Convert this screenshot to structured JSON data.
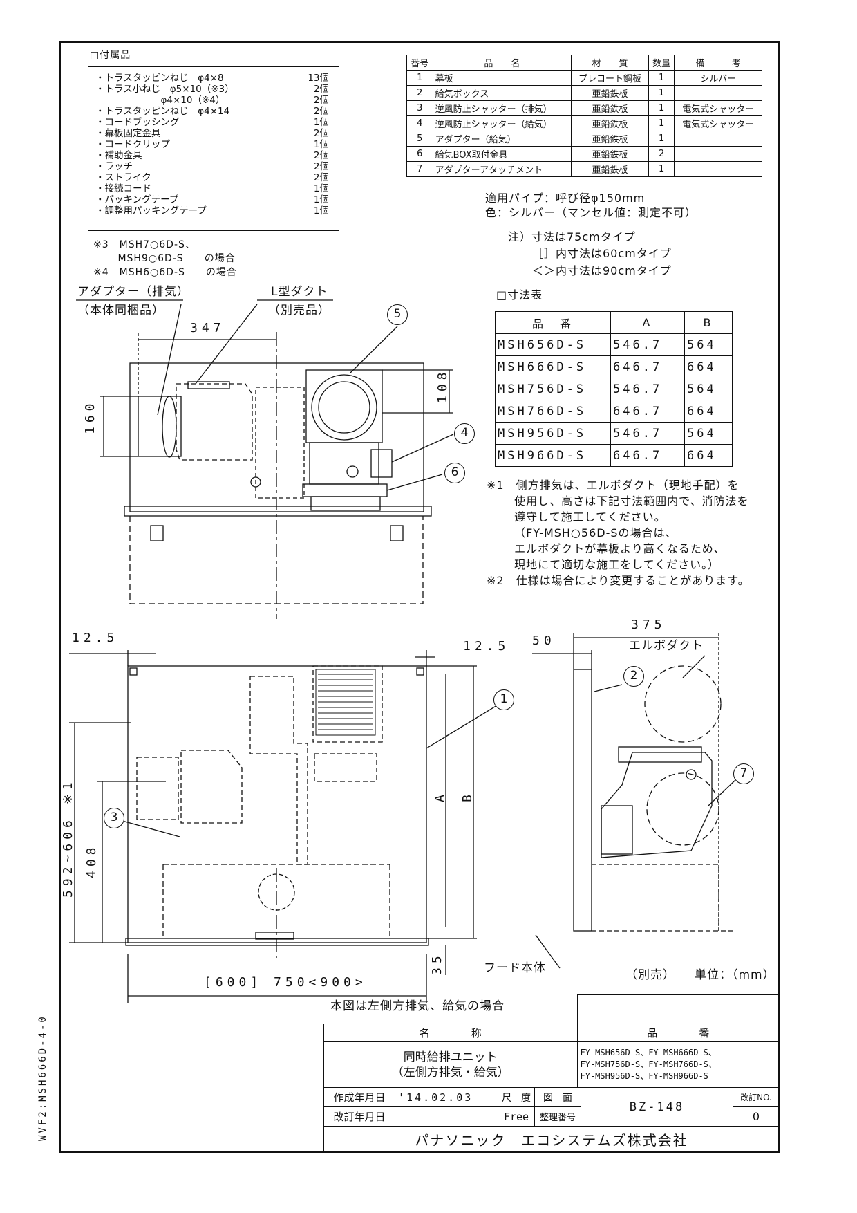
{
  "accessories": {
    "header": "□付属品",
    "items": [
      {
        "name": "・トラスタッピンねじ　φ4×8",
        "qty": "13個"
      },
      {
        "name": "・トラス小ねじ　φ5×10（※3）",
        "qty": "2個"
      },
      {
        "name": "　　　　　　　φ4×10（※4）",
        "qty": "2個"
      },
      {
        "name": "・トラスタッピンねじ　φ4×14",
        "qty": "2個"
      },
      {
        "name": "・コードブッシング",
        "qty": "1個"
      },
      {
        "name": "・幕板固定金具",
        "qty": "2個"
      },
      {
        "name": "・コードクリップ",
        "qty": "1個"
      },
      {
        "name": "・補助金具",
        "qty": "2個"
      },
      {
        "name": "・ラッチ",
        "qty": "2個"
      },
      {
        "name": "・ストライク",
        "qty": "2個"
      },
      {
        "name": "・接続コード",
        "qty": "1個"
      },
      {
        "name": "・パッキングテープ",
        "qty": "1個"
      },
      {
        "name": "・調整用パッキングテープ",
        "qty": "1個"
      }
    ],
    "notes": [
      "※3　MSH7○6D-S、",
      "　　 MSH9○6D-S　　の場合",
      "※4　MSH6○6D-S　　の場合"
    ]
  },
  "parts_table": {
    "headers": [
      "番号",
      "品　　名",
      "材　　質",
      "数量",
      "備　　　考"
    ],
    "rows": [
      [
        "1",
        "幕板",
        "プレコート鋼板",
        "1",
        "シルバー"
      ],
      [
        "2",
        "給気ボックス",
        "亜鉛鉄板",
        "1",
        ""
      ],
      [
        "3",
        "逆風防止シャッター（排気）",
        "亜鉛鉄板",
        "1",
        "電気式シャッター"
      ],
      [
        "4",
        "逆風防止シャッター（給気）",
        "亜鉛鉄板",
        "1",
        "電気式シャッター"
      ],
      [
        "5",
        "アダプター（給気）",
        "亜鉛鉄板",
        "1",
        ""
      ],
      [
        "6",
        "給気BOX取付金具",
        "亜鉛鉄板",
        "2",
        ""
      ],
      [
        "7",
        "アダプターアタッチメント",
        "亜鉛鉄板",
        "1",
        ""
      ]
    ]
  },
  "specs": {
    "pipe": "適用パイプ：呼び径φ150mm",
    "color": "色：シルバー（マンセル値：測定不可）",
    "note1": "注）寸法は75cmタイプ",
    "note2": "［］内寸法は60cmタイプ",
    "note3": "＜＞内寸法は90cmタイプ"
  },
  "dimension_table": {
    "title": "□寸法表",
    "headers": [
      "品　番",
      "A",
      "B"
    ],
    "rows": [
      [
        "MSH656D-S",
        "546.7",
        "564"
      ],
      [
        "MSH666D-S",
        "646.7",
        "664"
      ],
      [
        "MSH756D-S",
        "546.7",
        "564"
      ],
      [
        "MSH766D-S",
        "646.7",
        "664"
      ],
      [
        "MSH956D-S",
        "546.7",
        "564"
      ],
      [
        "MSH966D-S",
        "646.7",
        "664"
      ]
    ]
  },
  "remarks": [
    "※1　側方排気は、エルボダクト（現地手配）を",
    "　　 使用し、高さは下記寸法範囲内で、消防法を",
    "　　 遵守して施工してください。",
    "　　 （FY-MSH○56D-Sの場合は、",
    "　　 エルボダクトが幕板より高くなるため、",
    "　　 現地にて適切な施工をしてください。）",
    "※2　仕様は場合により変更することがあります。"
  ],
  "labels": {
    "adapter_exhaust": "アダプター（排気）",
    "bundled": "（本体同梱品）",
    "l_duct": "L型ダクト",
    "sold_separately": "（別売品）",
    "elbow_duct": "エルボダクト",
    "hood_body": "フード本体",
    "separate": "（別売）",
    "unit": "単位：（mm）",
    "caption": "本図は左側方排気、給気の場合"
  },
  "dimensions": {
    "d347": "347",
    "d160": "160",
    "d108": "108",
    "d12_5a": "12.5",
    "d12_5b": "12.5",
    "d50": "50",
    "d375": "375",
    "d592_606": "592~606 ※1",
    "d408": "408",
    "d35": "35",
    "dA": "A",
    "dB": "B",
    "width": "[600] 750<900>"
  },
  "callouts": [
    "1",
    "2",
    "3",
    "4",
    "5",
    "6",
    "7"
  ],
  "title_block": {
    "name_label": "名　　　　称",
    "product_label": "品　　　　番",
    "name_line1": "同時給排ユニット",
    "name_line2": "（左側方排気・給気）",
    "products": [
      "FY-MSH656D-S、FY-MSH666D-S、",
      "FY-MSH756D-S、FY-MSH766D-S、",
      "FY-MSH956D-S、FY-MSH966D-S"
    ],
    "created_label": "作成年月日",
    "created_value": "'14.02.03",
    "revised_label": "改訂年月日",
    "scale_label": "尺　度",
    "scale_value": "Free",
    "drawing_label": "図　面",
    "control_label": "整理番号",
    "drawing_number": "BZ-148",
    "revision_label": "改訂NO.",
    "revision_value": "0",
    "company": "パナソニック　エコシステムズ株式会社"
  },
  "side_id": "WVF2:MSH666D-4-0"
}
